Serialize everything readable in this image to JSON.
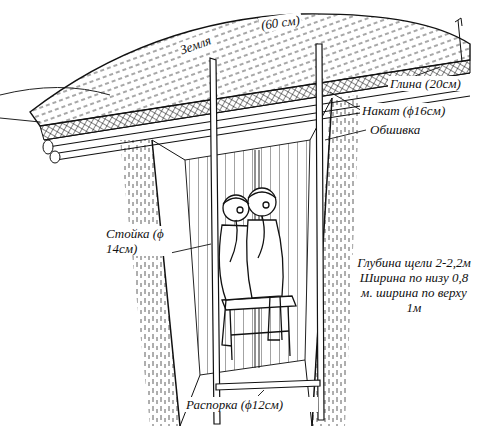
{
  "diagram": {
    "labels": [
      "Земля",
      "(60 см)",
      "Глина (20см)",
      "Накат (ϕ16см)",
      "Обшивка",
      "Стойка (ϕ 14см)",
      "Глубина щели 2-2,2м Ширина по низу 0,8 м. ширина по верху 1м",
      "Распорка (ϕ12см)"
    ]
  }
}
